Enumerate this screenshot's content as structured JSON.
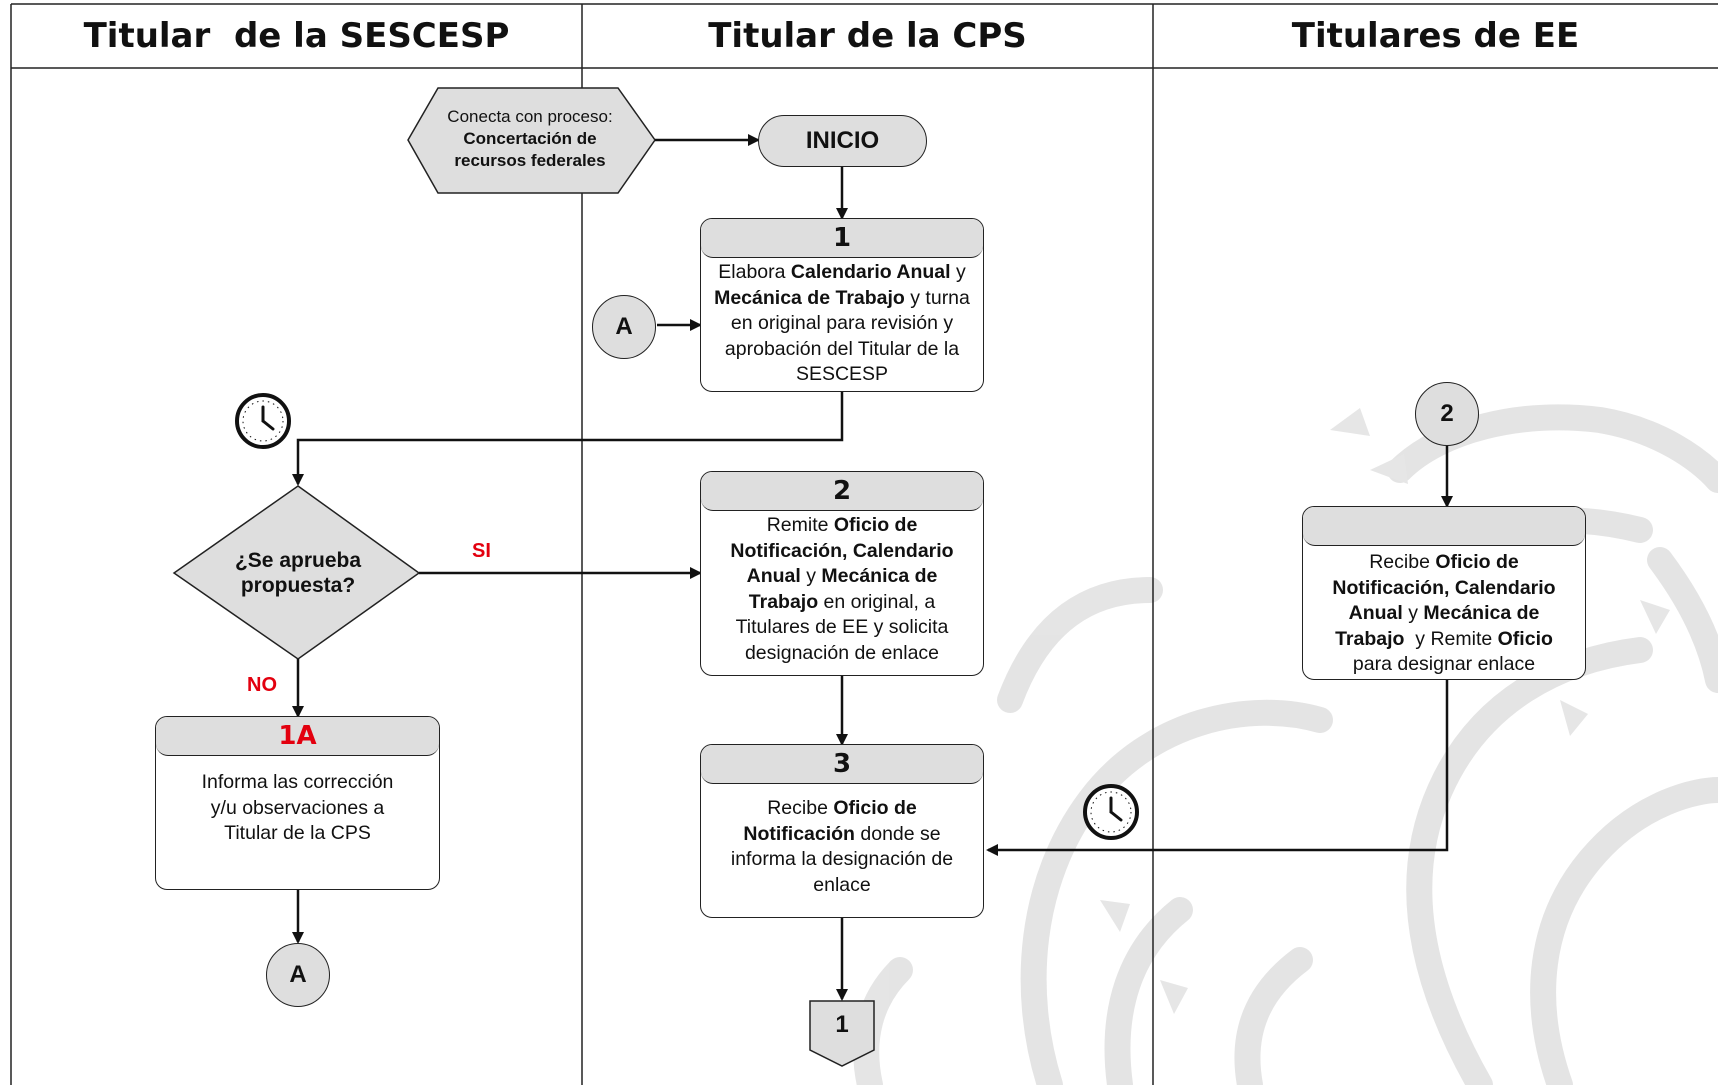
{
  "lanes": [
    {
      "title": "Titular  de la SESCESP"
    },
    {
      "title": "Titular de la CPS"
    },
    {
      "title": "Titulares de EE"
    }
  ],
  "connector_process": {
    "prefix": "Conecta con proceso:",
    "name_line1": "Concertación de",
    "name_line2": "recursos federales"
  },
  "start": {
    "label": "INICIO"
  },
  "step1": {
    "number": "1",
    "p1": "Elabora ",
    "b1": "Calendario Anual",
    "p2": " y ",
    "b2": "Mecánica de Trabajo",
    "p3": " y turna en original para revisión y aprobación del Titular de la SESCESP"
  },
  "connector_a_in": {
    "label": "A"
  },
  "decision": {
    "line1": "¿Se aprueba",
    "line2": "propuesta?",
    "yes_label": "SI",
    "no_label": "NO"
  },
  "step1a": {
    "number": "1A",
    "text": "Informa las corrección y/u observaciones a Titular de la CPS"
  },
  "connector_a_out": {
    "label": "A"
  },
  "step2": {
    "number": "2",
    "p1": "Remite ",
    "b1": "Oficio de Notificación, Calendario Anual",
    "p2": " y ",
    "b2": "Mecánica de Trabajo",
    "p3": " en original, a Titulares de EE y solicita designación de enlace"
  },
  "connector_2": {
    "label": "2"
  },
  "ee_step": {
    "number": "",
    "p1": "Recibe ",
    "b1": "Oficio de Notificación, Calendario Anual",
    "p2": " y ",
    "b2": "Mecánica de Trabajo",
    "p3": "  y Remite ",
    "b3": "Oficio",
    "p4": " para designar enlace"
  },
  "step3": {
    "number": "3",
    "p1": "Recibe ",
    "b1": "Oficio de Notificación",
    "p2": " donde se informa la designación de enlace"
  },
  "offpage": {
    "label": "1"
  },
  "icons": {
    "clock": "clock-icon"
  },
  "colors": {
    "accent_red": "#e3000f",
    "shape_fill": "#dedede",
    "watermark": "#e6e6e6"
  }
}
